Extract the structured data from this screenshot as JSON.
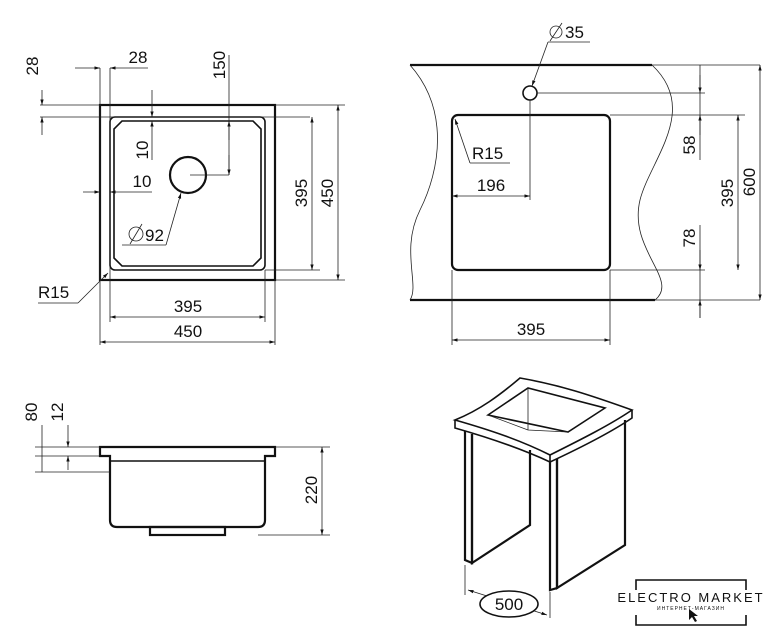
{
  "top_view": {
    "dim_top_rim_h": "28",
    "dim_side_rim_w": "28",
    "dim_drain_offset": "150",
    "dim_inner_gap_v": "10",
    "dim_inner_gap_h": "10",
    "dim_drain_diameter": "92",
    "dim_inner_height": "395",
    "dim_outer_height": "450",
    "dim_corner_radius": "R15",
    "dim_inner_width": "395",
    "dim_outer_width": "450"
  },
  "cutout_view": {
    "dim_tap_hole": "35",
    "dim_corner_radius": "R15",
    "dim_hole_offset": "196",
    "dim_top_gap": "58",
    "dim_bottom_gap": "78",
    "dim_cutout_height": "395",
    "dim_counter_depth": "600",
    "dim_cutout_width": "395"
  },
  "side_view": {
    "dim_total_rim": "80",
    "dim_rim_thickness": "12",
    "dim_depth": "220"
  },
  "cabinet_view": {
    "dim_cabinet_width": "500"
  },
  "logo": {
    "title": "ELECTRO MARKET",
    "subtitle": "ИНТЕРНЕТ-МАГАЗИН"
  }
}
